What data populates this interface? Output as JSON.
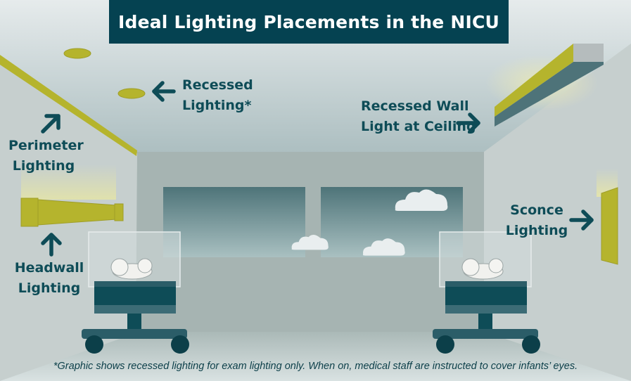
{
  "title": "Ideal Lighting Placements in the NICU",
  "labels": {
    "recessed_lighting": [
      "Recessed",
      "Lighting*"
    ],
    "recessed_wall_light": [
      "Recessed Wall",
      "Light at Ceiling"
    ],
    "perimeter_lighting": [
      "Perimeter",
      "Lighting"
    ],
    "headwall_lighting": [
      "Headwall",
      "Lighting"
    ],
    "sconce_lighting": [
      "Sconce",
      "Lighting"
    ]
  },
  "footnote": "*Graphic shows recessed lighting for exam lighting only. When on, medical staff are instructed to cover infants’ eyes.",
  "icons": [
    "arrow-left-icon",
    "arrow-right-icon",
    "arrow-up-icon",
    "arrow-up-right-icon",
    "cloud-icon",
    "infant-icon",
    "crib-icon"
  ],
  "colors": {
    "banner": "#054251",
    "label_text": "#0e4c57",
    "light_fixture": "#b5b42d",
    "wall": "#c3cccb",
    "back_wall": "#a7b5b3",
    "window_sky": "#6f9094",
    "crib_dark": "#2b5d68"
  }
}
